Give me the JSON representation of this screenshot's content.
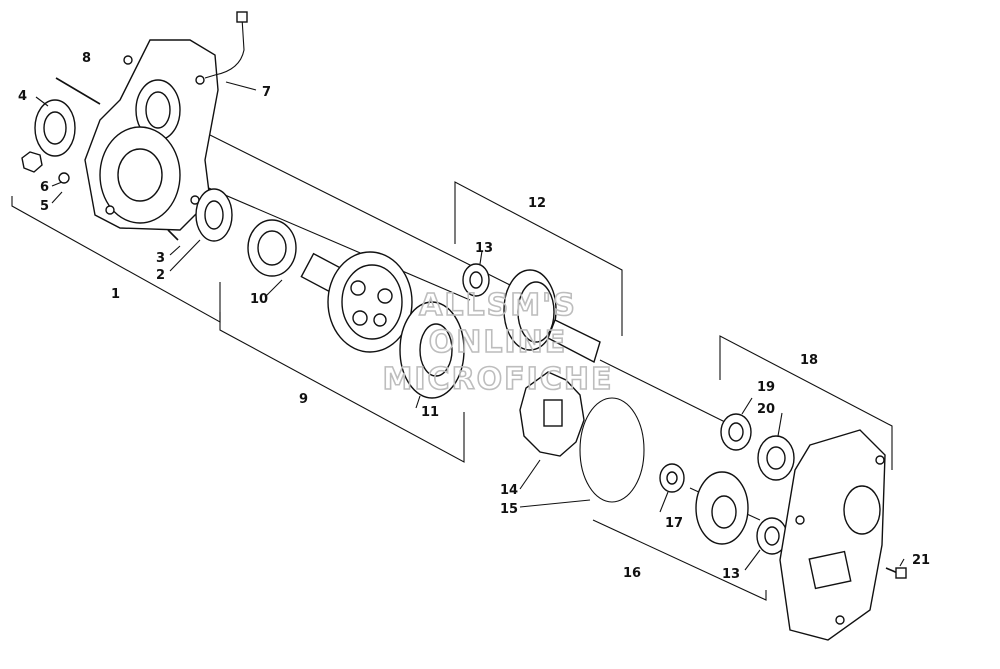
{
  "callouts": {
    "c1": "1",
    "c2": "2",
    "c3": "3",
    "c4": "4",
    "c5": "5",
    "c6": "6",
    "c7": "7",
    "c8": "8",
    "c9": "9",
    "c10": "10",
    "c11": "11",
    "c12": "12",
    "c13a": "13",
    "c13b": "13",
    "c14": "14",
    "c15": "15",
    "c16": "16",
    "c17": "17",
    "c18": "18",
    "c19": "19",
    "c20": "20",
    "c21": "21"
  },
  "watermark": {
    "line1": "ALLSM'S",
    "line2": "ONLINE",
    "line3": "MICROFICHE"
  },
  "colors": {
    "ink": "#111111",
    "watermark": "#bdbdbd",
    "background": "#ffffff"
  }
}
